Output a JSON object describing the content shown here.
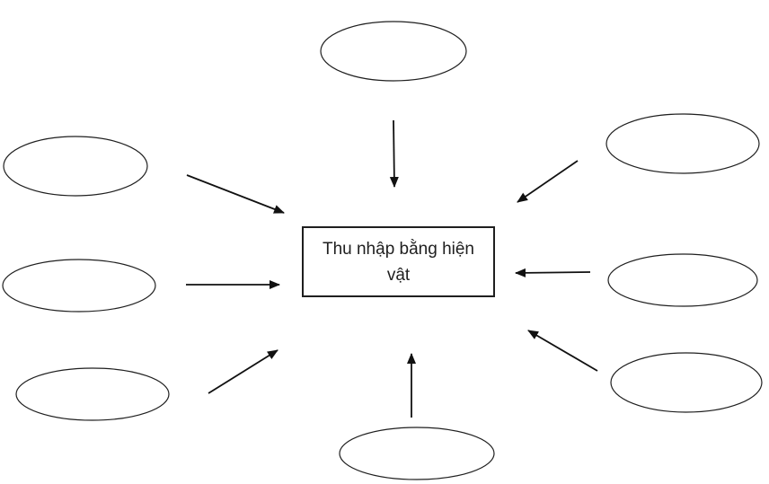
{
  "diagram": {
    "center_box": {
      "label": "Thu nhập bằng hiện vật"
    },
    "nodes": [
      {
        "id": "top",
        "shape": "ellipse",
        "label": ""
      },
      {
        "id": "left-upper",
        "shape": "ellipse",
        "label": ""
      },
      {
        "id": "left-middle",
        "shape": "ellipse",
        "label": ""
      },
      {
        "id": "left-lower",
        "shape": "ellipse",
        "label": ""
      },
      {
        "id": "right-upper",
        "shape": "ellipse",
        "label": ""
      },
      {
        "id": "right-middle",
        "shape": "ellipse",
        "label": ""
      },
      {
        "id": "right-lower",
        "shape": "ellipse",
        "label": ""
      },
      {
        "id": "bottom",
        "shape": "ellipse",
        "label": ""
      }
    ],
    "connections": [
      {
        "from": "top",
        "to": "center",
        "style": "arrow"
      },
      {
        "from": "left-upper",
        "to": "center",
        "style": "arrow"
      },
      {
        "from": "left-middle",
        "to": "center",
        "style": "arrow"
      },
      {
        "from": "left-lower",
        "to": "center",
        "style": "arrow"
      },
      {
        "from": "right-upper",
        "to": "center",
        "style": "arrow"
      },
      {
        "from": "right-middle",
        "to": "center",
        "style": "arrow"
      },
      {
        "from": "right-lower",
        "to": "center",
        "style": "arrow"
      },
      {
        "from": "bottom",
        "to": "center",
        "style": "arrow"
      }
    ],
    "colors": {
      "shape_stroke": "#1f1f1f",
      "arrow": "#111111",
      "text": "#1f1f1f",
      "background": "#ffffff"
    }
  }
}
